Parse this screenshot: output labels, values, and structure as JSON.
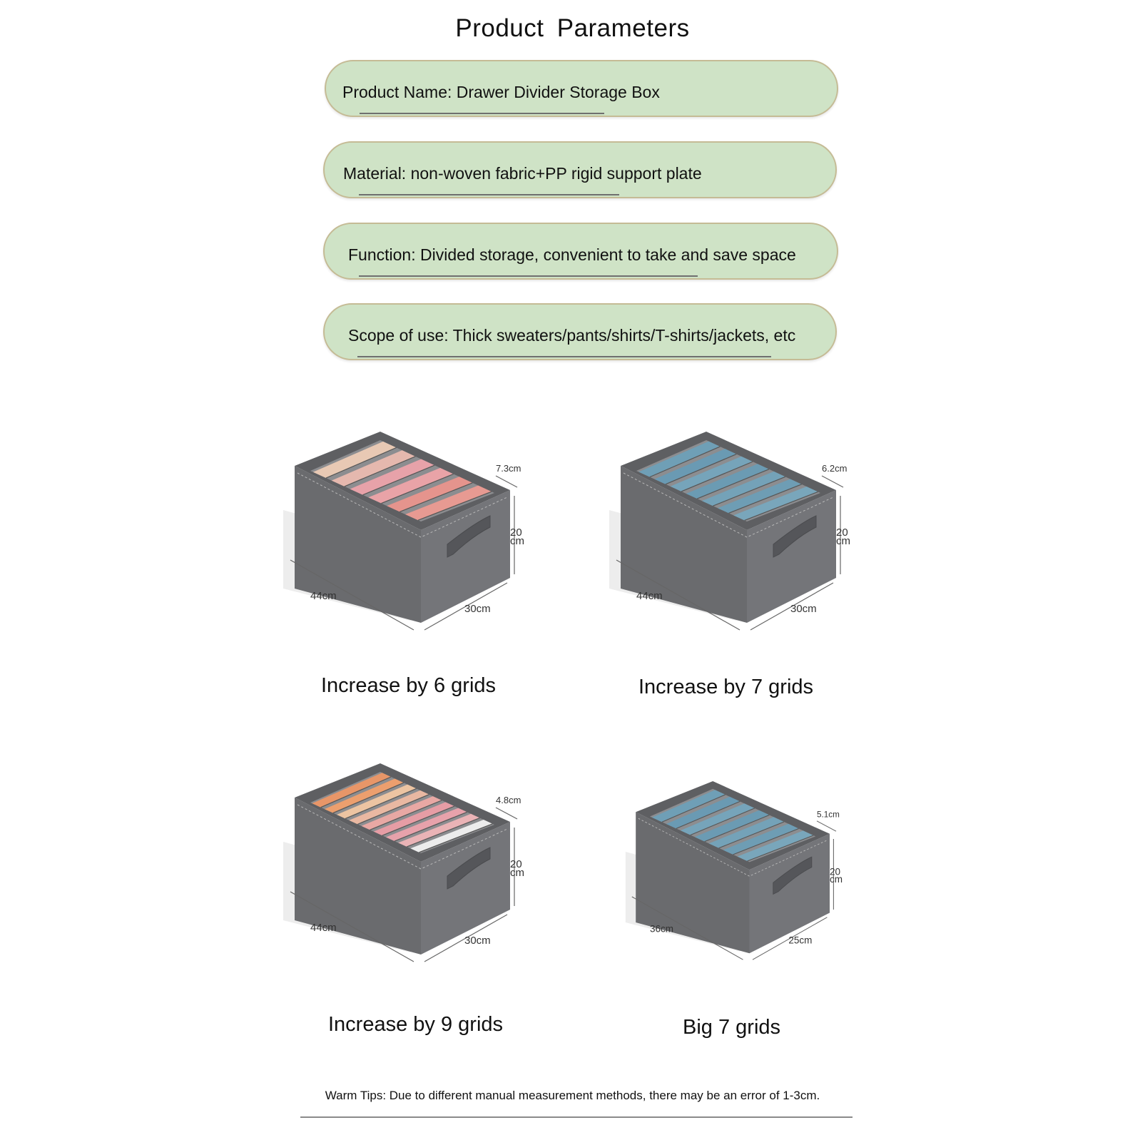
{
  "header": {
    "title": "Product  Parameters"
  },
  "parameters": [
    {
      "text": "Product Name: Drawer Divider Storage Box"
    },
    {
      "text": "Material: non-woven fabric+PP rigid support plate"
    },
    {
      "text": "Function: Divided storage, convenient to take and save space"
    },
    {
      "text": "Scope of use: Thick sweaters/pants/shirts/T-shirts/jackets, etc"
    }
  ],
  "products": [
    {
      "caption": "Increase by 6 grids",
      "grid_count": 6,
      "length": "44cm",
      "width": "30cm",
      "height_value": "20",
      "height_unit": "cm",
      "compartment": "7.3cm",
      "fabric_colors": [
        "#e8c9b4",
        "#e5b8ae",
        "#e7a2a9",
        "#e9a3a7",
        "#e5948d",
        "#e79a92"
      ]
    },
    {
      "caption": "Increase by 7 grids",
      "grid_count": 7,
      "length": "44cm",
      "width": "30cm",
      "height_value": "20",
      "height_unit": "cm",
      "compartment": "6.2cm",
      "fabric_colors": [
        "#6f9fb6",
        "#6a9ab3",
        "#76a4ba",
        "#6b9bb3",
        "#74a2b8",
        "#6e9db4",
        "#79a6bb"
      ]
    },
    {
      "caption": "Increase by 9 grids",
      "grid_count": 9,
      "length": "44cm",
      "width": "30cm",
      "height_value": "20",
      "height_unit": "cm",
      "compartment": "4.8cm",
      "fabric_colors": [
        "#e89668",
        "#ec9f6e",
        "#ecc4a2",
        "#e9b8a2",
        "#e8a8a4",
        "#e69da5",
        "#e7a2ab",
        "#eab3b6",
        "#ececec"
      ]
    },
    {
      "caption": "Big 7 grids",
      "grid_count": 7,
      "length": "36cm",
      "width": "25cm",
      "height_value": "20",
      "height_unit": "cm",
      "compartment": "5.1cm",
      "fabric_colors": [
        "#6f9fb6",
        "#6a9ab3",
        "#76a4ba",
        "#6b9bb3",
        "#74a2b8",
        "#6e9db4",
        "#79a6bb"
      ]
    }
  ],
  "footer": {
    "tips": "Warm Tips: Due to different manual measurement methods, there may be an error of 1-3cm."
  },
  "colors": {
    "pill_fill": "#cfe3c6",
    "pill_border": "#c5bb95",
    "box_gray": "#6a6b6e"
  }
}
